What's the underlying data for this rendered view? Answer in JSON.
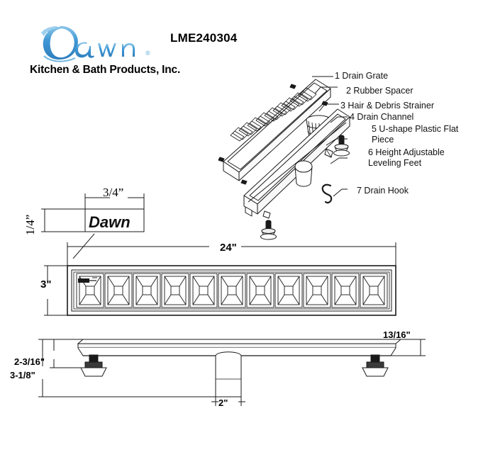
{
  "document": {
    "model_number": "LME240304",
    "sheet_background": "#ffffff",
    "line_color": "#1a1a1a"
  },
  "brand": {
    "name": "Dawn",
    "registered_mark": "®",
    "tagline": "Kitchen & Bath Products, Inc.",
    "script_color": "#3d96d4",
    "tagline_color": "#000000"
  },
  "parts_list": [
    {
      "number": "1",
      "label": "1 Drain Grate"
    },
    {
      "number": "2",
      "label": "2 Rubber Spacer"
    },
    {
      "number": "3",
      "label": "3 Hair & Debris Strainer"
    },
    {
      "number": "4",
      "label": "4 Drain Channel"
    },
    {
      "number": "5",
      "label": "5 U-shape Plastic Flat Piece"
    },
    {
      "number": "6",
      "label": "6 Height Adjustable Leveling Feet"
    },
    {
      "number": "7",
      "label": "7 Drain Hook"
    }
  ],
  "dimensions": {
    "overall_length": "24\"",
    "overall_width": "3\"",
    "logo_detail_width": "3/4”",
    "logo_detail_height": "1/4”",
    "grate_thickness": "13/16\"",
    "body_depth_upper": "2-3/16\"",
    "body_depth_total": "3-1/8\"",
    "outlet_diameter": "2\""
  },
  "detail_callout": {
    "engraved_text": "Dawn"
  },
  "views": {
    "exploded_isometric": "exploded assembly view",
    "plan_view": "top plan view of drain grate",
    "side_elevation": "side elevation with leveling feet and outlet"
  }
}
